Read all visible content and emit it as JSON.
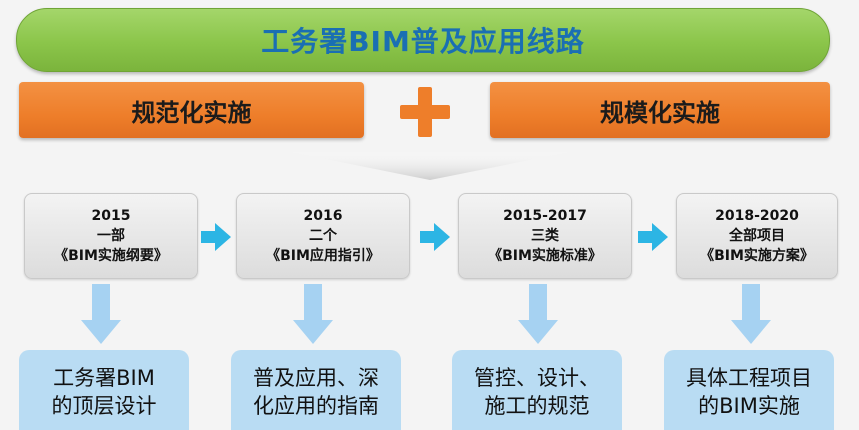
{
  "title": "工务署BIM普及应用线路",
  "left_label": "规范化实施",
  "right_label": "规模化实施",
  "colors": {
    "banner_green": "#8bc54a",
    "title_blue": "#1a6fb3",
    "orange": "#ee7e2a",
    "arrow_blue": "#2cb5e4",
    "light_blue": "#b9dcf3"
  },
  "stages": [
    {
      "year": "2015",
      "count": "一部",
      "doc": "《BIM实施纲要》"
    },
    {
      "year": "2016",
      "count": "二个",
      "doc": "《BIM应用指引》"
    },
    {
      "year": "2015-2017",
      "count": "三类",
      "doc": "《BIM实施标准》"
    },
    {
      "year": "2018-2020",
      "count": "全部项目",
      "doc": "《BIM实施方案》"
    }
  ],
  "results": [
    {
      "line1": "工务署BIM",
      "line2": "的顶层设计"
    },
    {
      "line1": "普及应用、深",
      "line2": "化应用的指南"
    },
    {
      "line1": "管控、设计、",
      "line2": "施工的规范"
    },
    {
      "line1": "具体工程项目",
      "line2": "的BIM实施"
    }
  ]
}
